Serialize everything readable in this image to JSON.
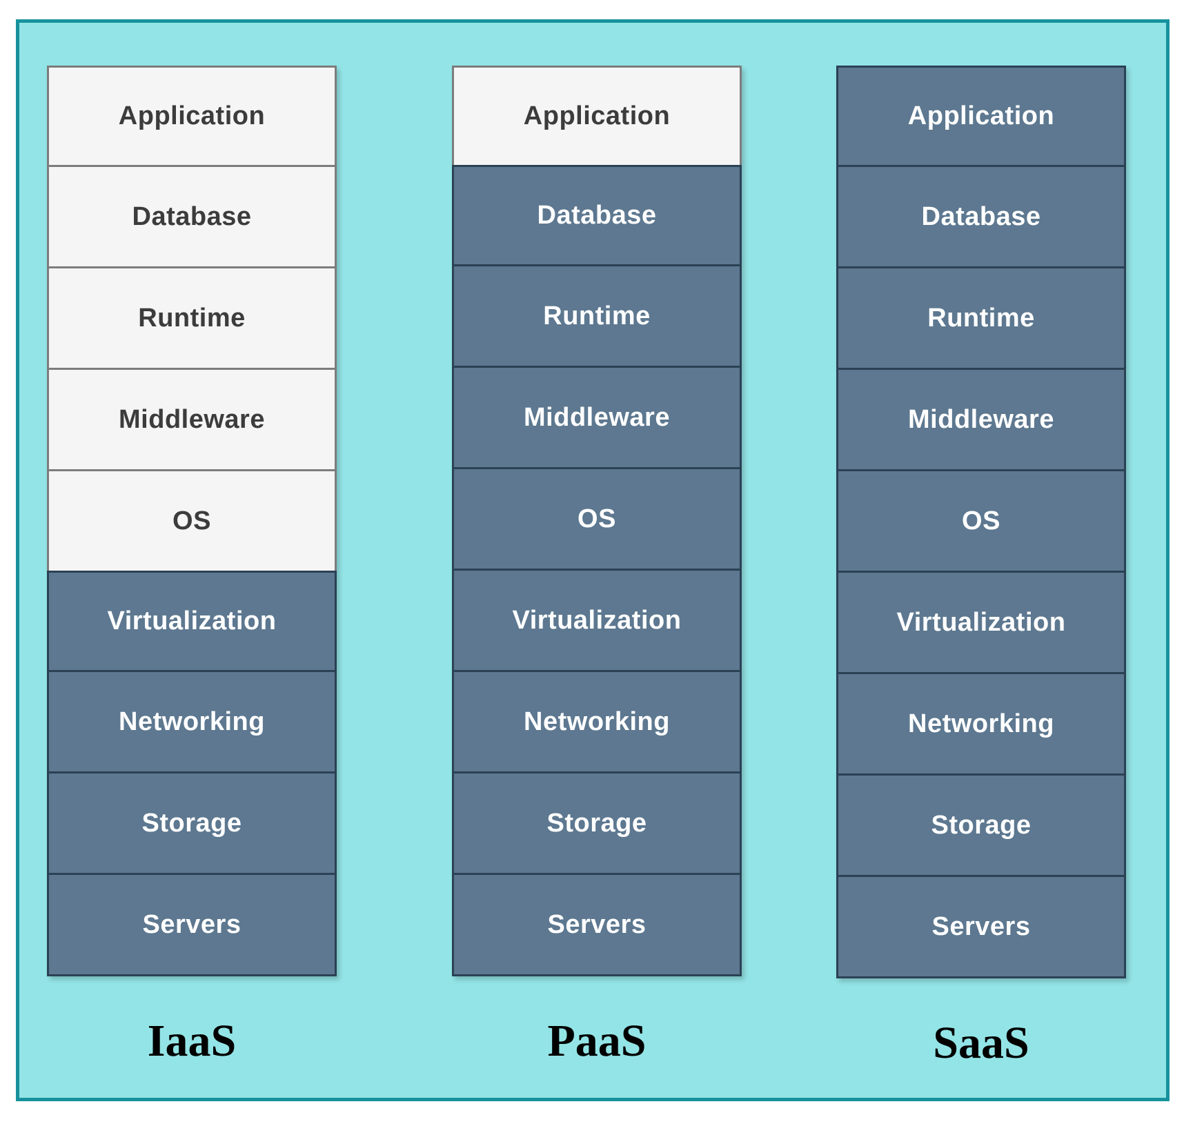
{
  "diagram": {
    "colors": {
      "page_margin": "#ffffff",
      "canvas_background": "#93e4e6",
      "canvas_border": "#17929d",
      "light_box_fill": "#f5f5f5",
      "light_box_border": "#7c7c7c",
      "light_box_text": "#3c3c3c",
      "dark_box_fill": "#5d7890",
      "dark_box_border": "#2b4154",
      "dark_box_text": "#ffffff",
      "column_label_text": "#000000"
    },
    "layers": [
      "Application",
      "Database",
      "Runtime",
      "Middleware",
      "OS",
      "Virtualization",
      "Networking",
      "Storage",
      "Servers"
    ],
    "columns": [
      {
        "label": "IaaS"
      },
      {
        "label": "PaaS"
      },
      {
        "label": "SaaS"
      }
    ]
  }
}
